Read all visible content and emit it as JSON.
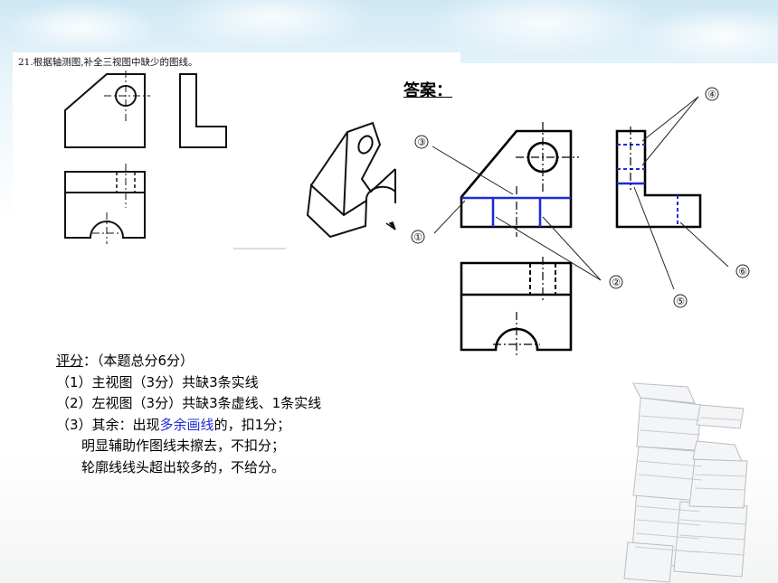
{
  "question": {
    "text": "21.根据轴测图,补全三视图中缺少的图线。"
  },
  "answer": {
    "title": "答案："
  },
  "callouts": [
    "③",
    "④",
    "①",
    "②",
    "⑤",
    "⑥"
  ],
  "scoring": {
    "title": "评分",
    "title_suffix": "：（本题总分6分）",
    "item1": "（1）主视图（3分）共缺3条实线",
    "item2": "（2）左视图（3分）共缺3条虚线、1条实线",
    "item3_pre": "（3）其余：出现",
    "item3_highlight": "多余画线",
    "item3_post": "的，扣1分；",
    "item4": "明显辅助作图线未擦去，不扣分；",
    "item5": "轮廓线线头超出较多的，不给分。"
  },
  "colors": {
    "highlight": "#1f2bd6",
    "answer_lines": "#1f2bd6"
  }
}
